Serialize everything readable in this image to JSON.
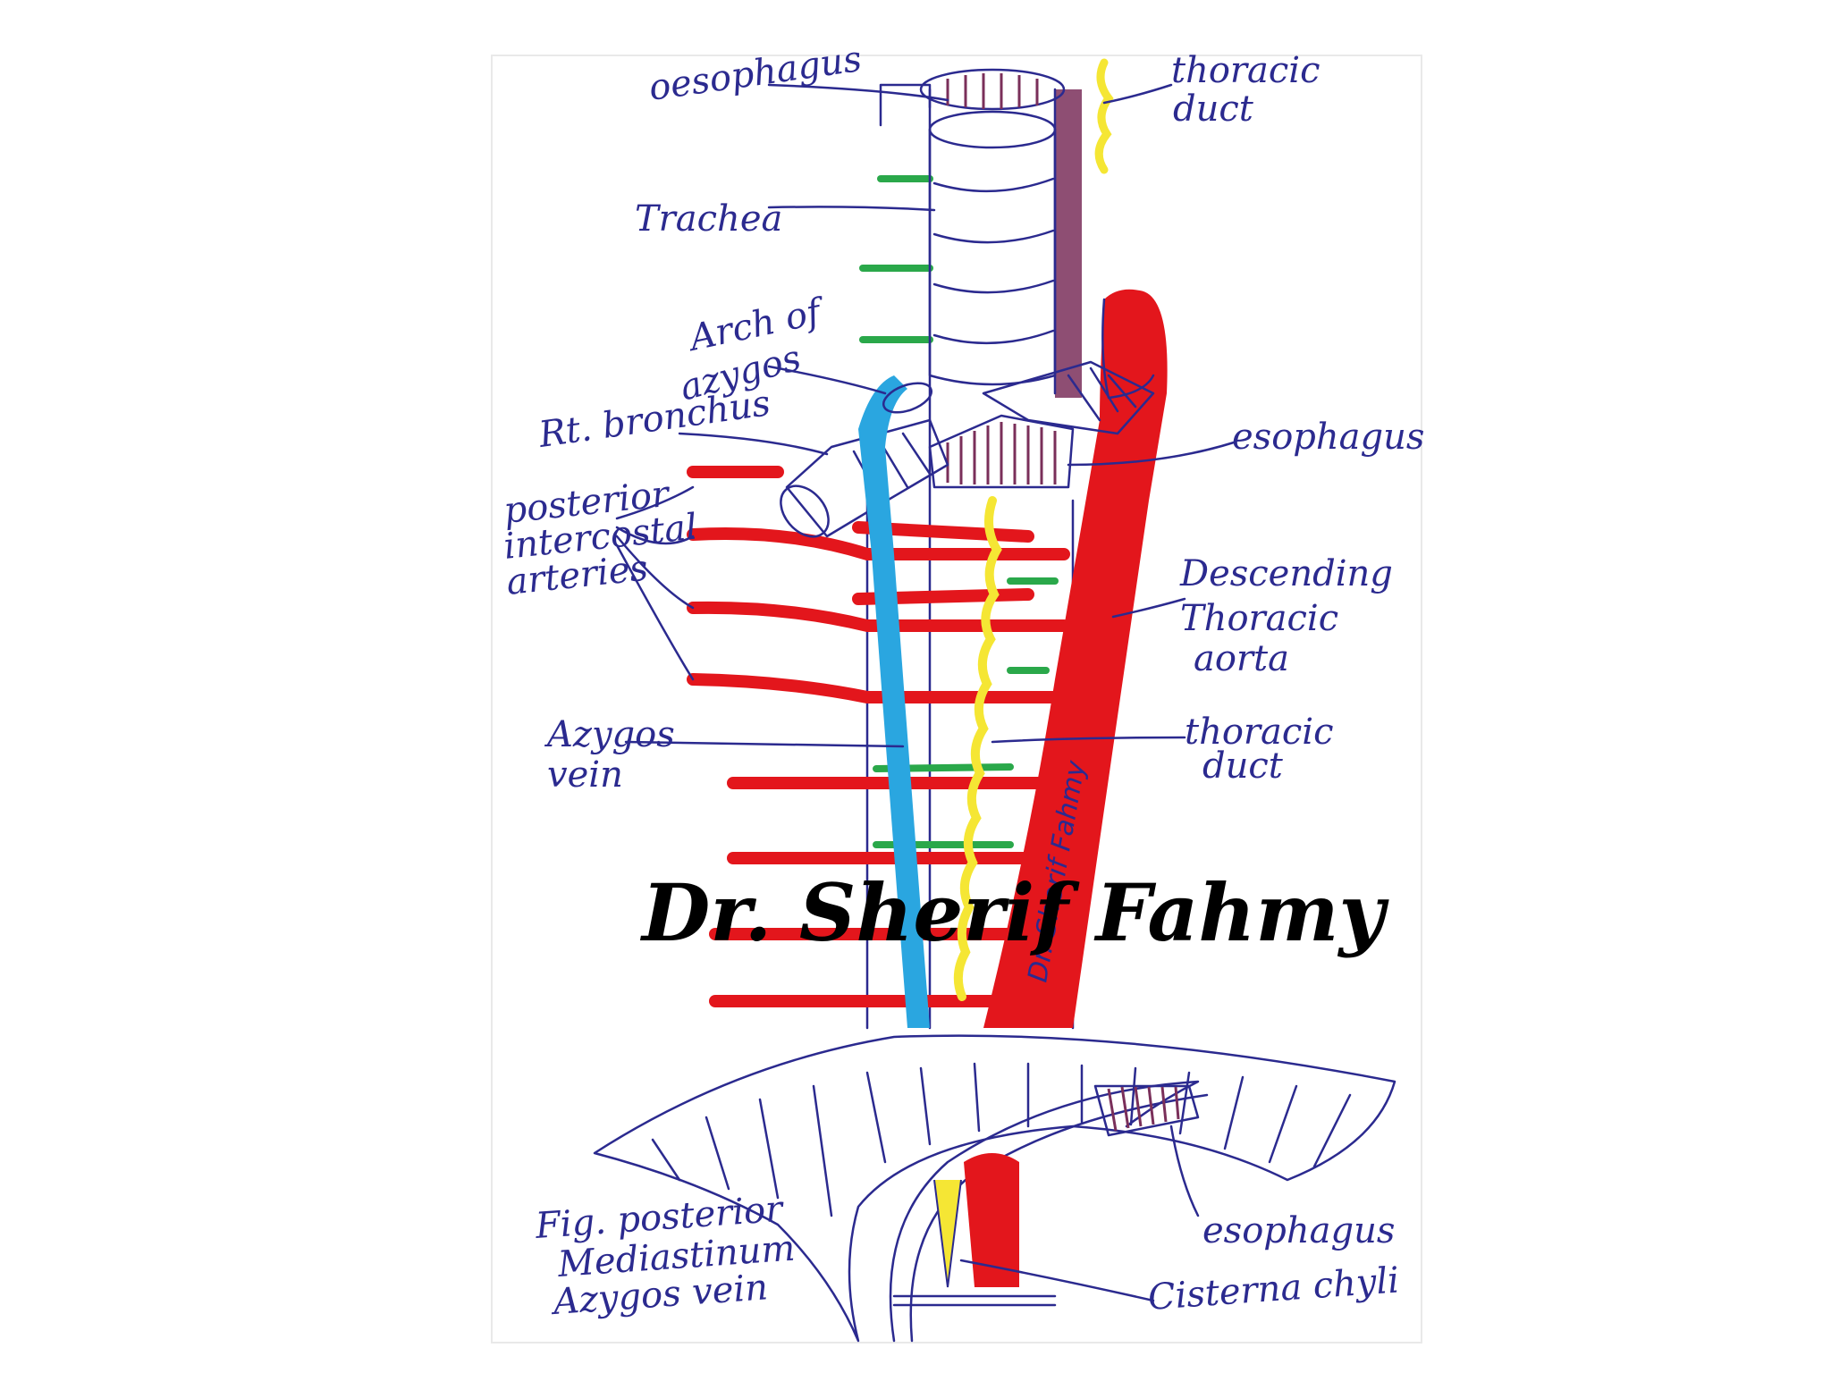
{
  "labels": {
    "oesophagus_top": "oesophagus",
    "thoracic_duct_top_1": "thoracic",
    "thoracic_duct_top_2": "duct",
    "trachea": "Trachea",
    "arch_azygos_1": "Arch of",
    "arch_azygos_2": "azygos",
    "rt_bronchus": "Rt. bronchus",
    "esophagus_mid": "esophagus",
    "posterior_1": "posterior",
    "posterior_2": "intercostal",
    "posterior_3": "arteries",
    "descending_1": "Descending",
    "descending_2": "Thoracic",
    "descending_3": "aorta",
    "azygos_vein_1": "Azygos",
    "azygos_vein_2": "vein",
    "thoracic_duct_mid_1": "thoracic",
    "thoracic_duct_mid_2": "duct",
    "esophagus_bottom": "esophagus",
    "cisterna_chyli": "Cisterna chyli",
    "fig_1": "Fig. posterior",
    "fig_2": "Mediastinum",
    "fig_3": "Azygos vein"
  },
  "watermark": "Dr. Sherif Fahmy",
  "signature_vertical": "Dr. Sherif Fahmy",
  "colors": {
    "ink": "#2b2a8f",
    "artery": "#e3161c",
    "vein": "#2aa6e0",
    "duct": "#f5e634",
    "muscle": "#7a2f5a",
    "green": "#2aa84a"
  }
}
